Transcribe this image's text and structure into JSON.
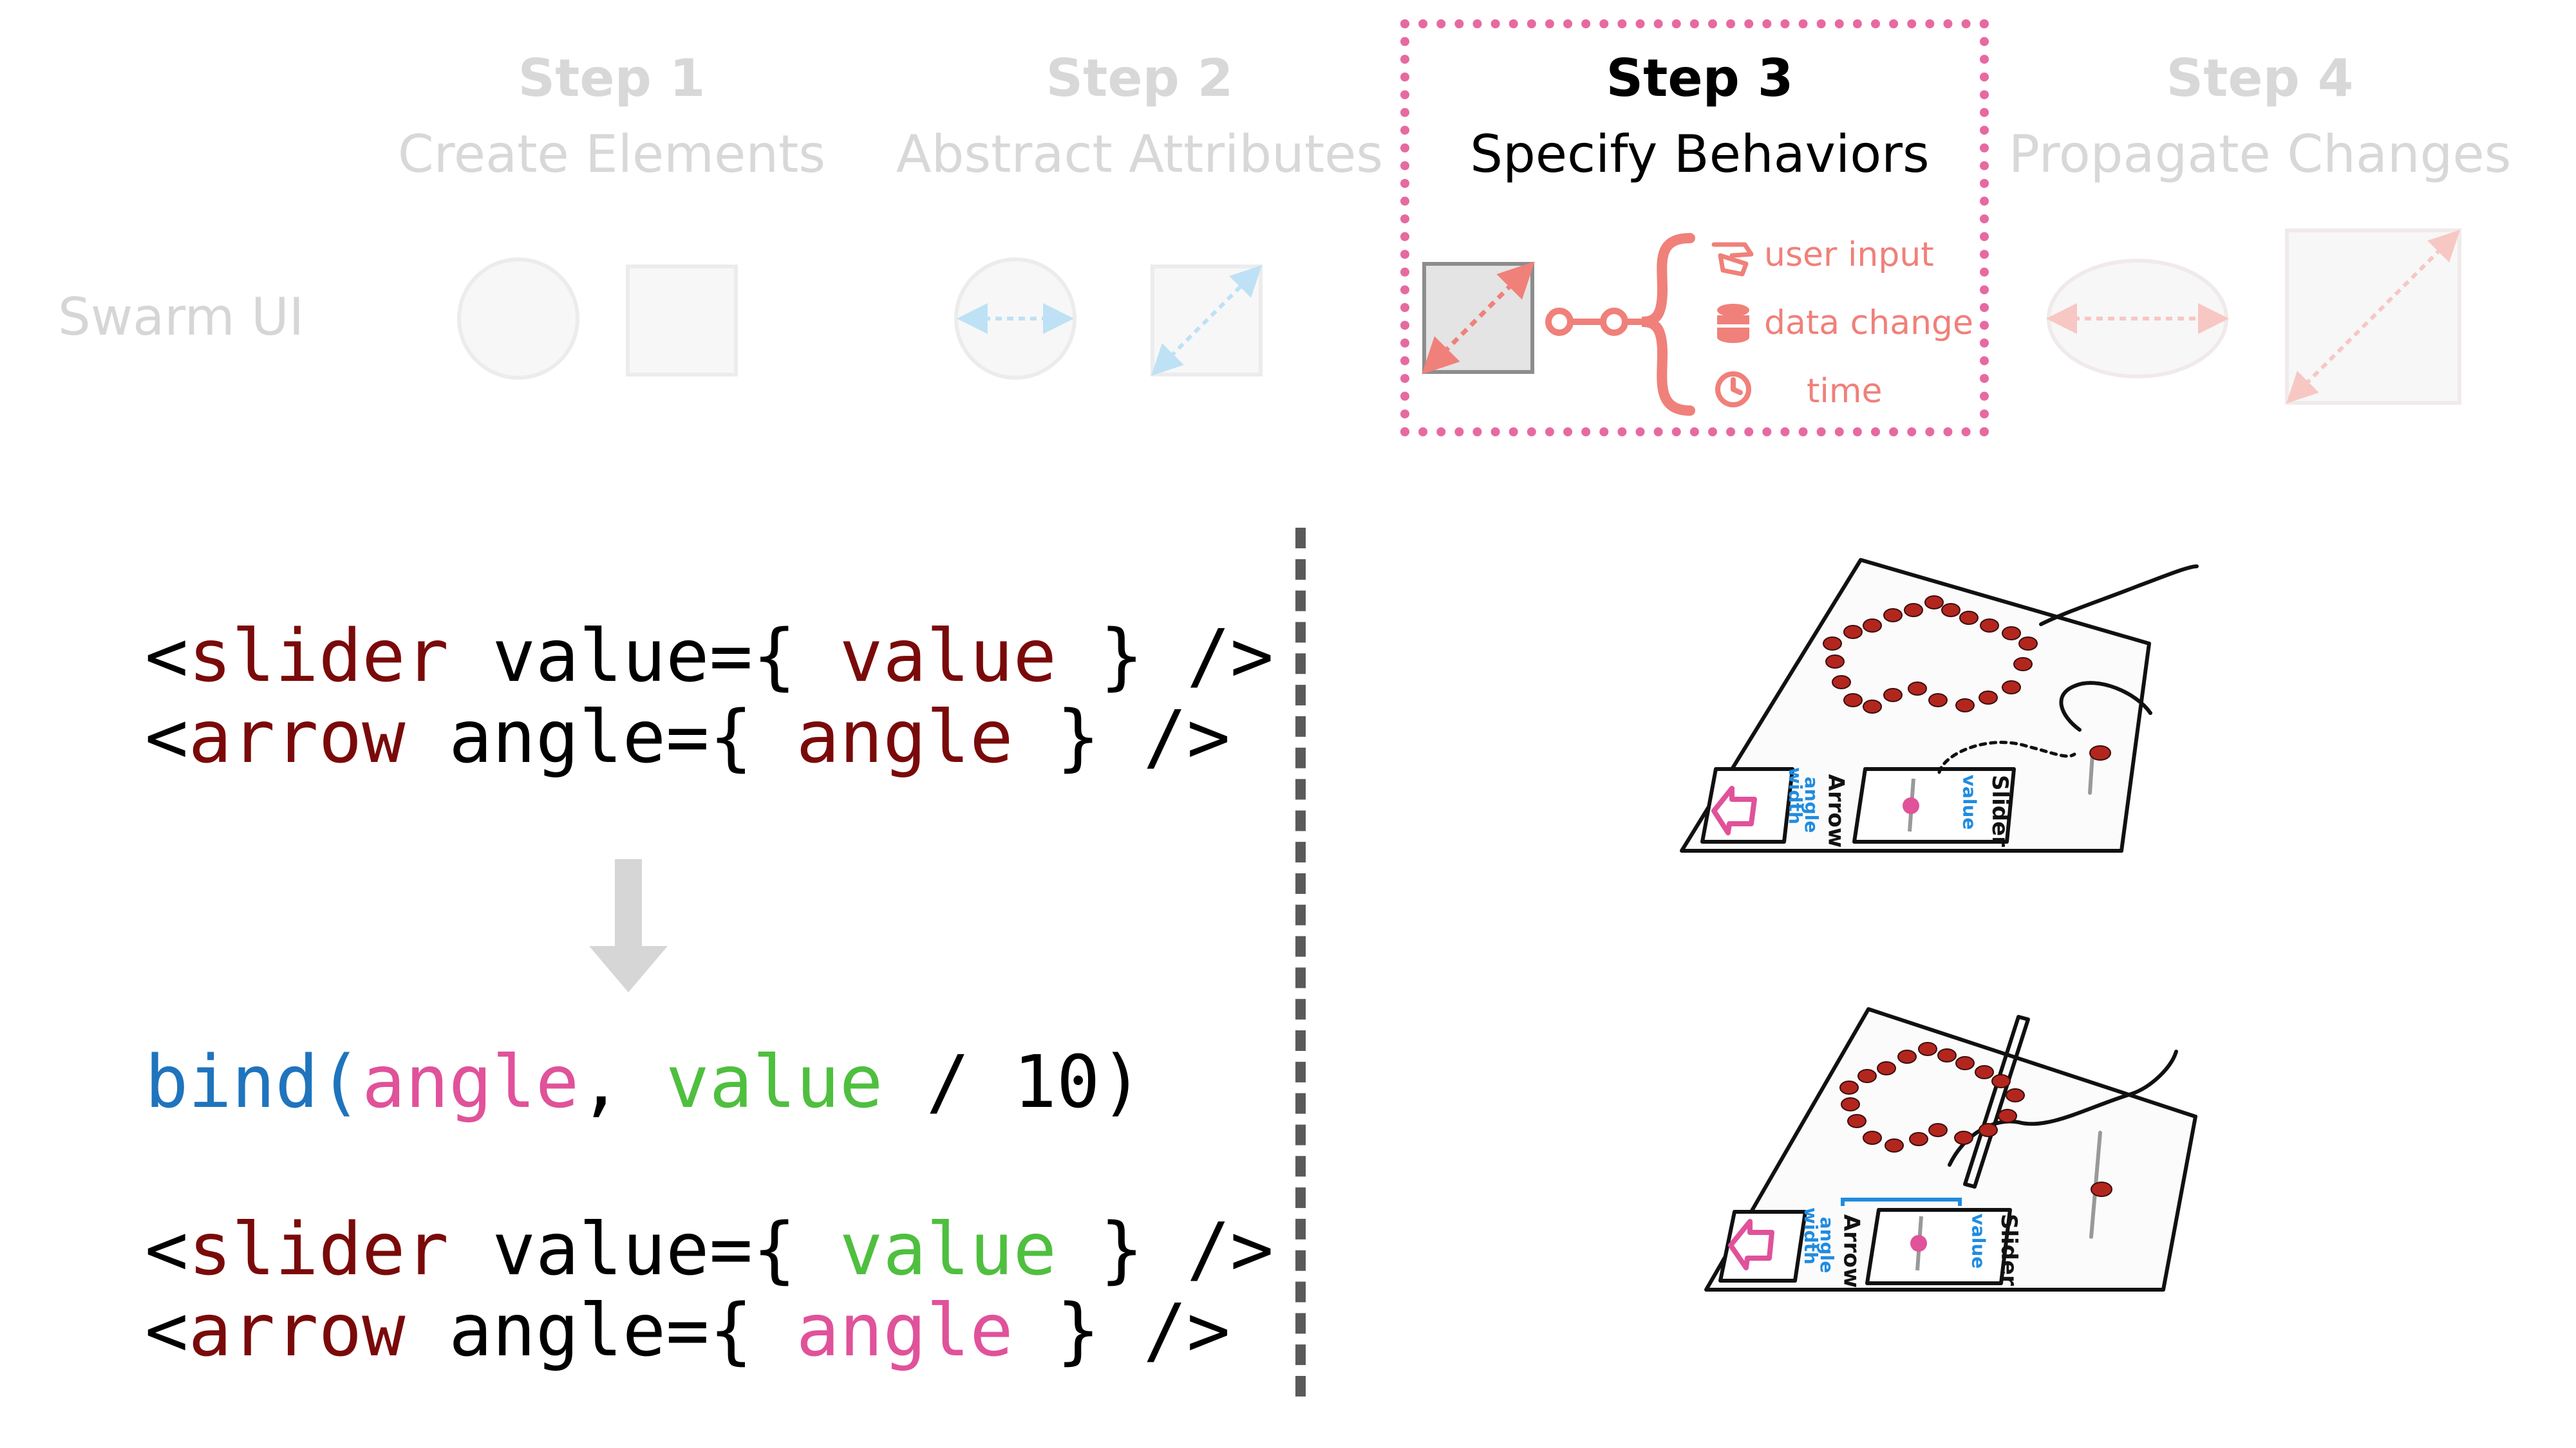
{
  "steps": [
    {
      "number": "Step 1",
      "title": "Create Elements"
    },
    {
      "number": "Step 2",
      "title": "Abstract Attributes"
    },
    {
      "number": "Step 3",
      "title": "Specify Behaviors"
    },
    {
      "number": "Step 4",
      "title": "Propagate Changes"
    }
  ],
  "swarm_label": "Swarm UI",
  "behaviors": [
    {
      "label": "user input",
      "icon": "hand-swipe-icon"
    },
    {
      "label": "data change",
      "icon": "database-icon"
    },
    {
      "label": "time",
      "icon": "clock-icon"
    }
  ],
  "code_before": {
    "line1": {
      "open": "<",
      "tag": "slider",
      "attr": " value={ ",
      "var": "value",
      "close": " } />"
    },
    "line2": {
      "open": "<",
      "tag": "arrow",
      "attr": " angle={ ",
      "var": "angle",
      "close": " } />"
    }
  },
  "bind_line": {
    "fn": "bind(",
    "arg1": "angle",
    "sep": ", ",
    "arg2": "value",
    "rest": " / 10)"
  },
  "code_after": {
    "line1": {
      "open": "<",
      "tag": "slider",
      "attr": " value={ ",
      "var": "value",
      "close": " } />"
    },
    "line2": {
      "open": "<",
      "tag": "arrow",
      "attr": " angle={ ",
      "var": "angle",
      "close": " } />"
    }
  },
  "sketch_labels": {
    "arrow": "Arrow",
    "width": "width",
    "angle": "angle",
    "slider": "Slider",
    "value": "value"
  },
  "colors": {
    "highlight": "#e66aa0",
    "behavior": "#f0807a",
    "keyword_tag": "#7a0a0a",
    "bind_fn": "#1f74bd",
    "angle_var": "#e0529a",
    "value_var": "#4fbf3f"
  }
}
